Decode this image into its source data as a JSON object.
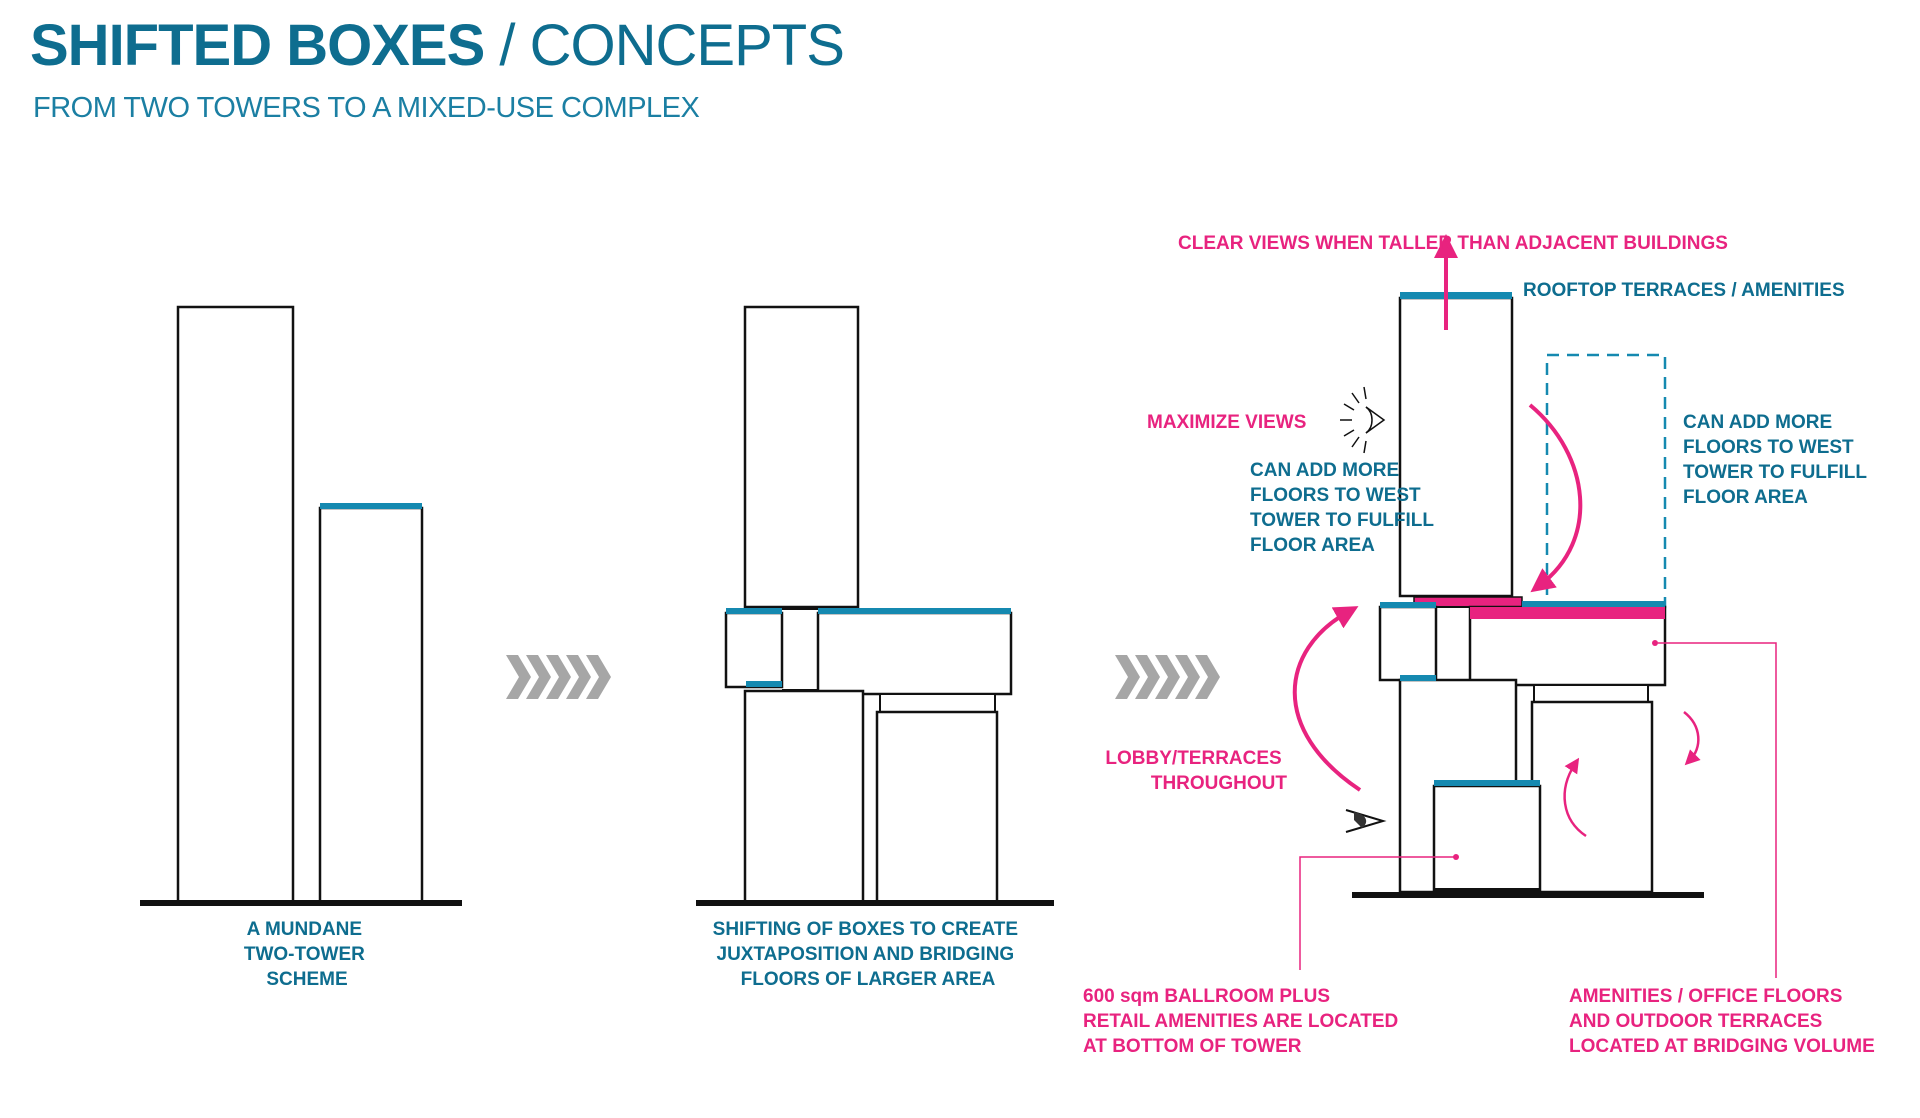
{
  "header": {
    "title_bold": "SHIFTED BOXES",
    "title_light": "/ CONCEPTS",
    "subtitle": "FROM TWO TOWERS TO A MIXED-USE COMPLEX"
  },
  "colors": {
    "accent_blue": "#1589b0",
    "text_blue": "#0e6d8f",
    "accent_pink": "#e8237f",
    "chevron_gray": "#a6a6a6"
  },
  "stage1": {
    "caption": [
      "A MUNDANE",
      "TWO-TOWER",
      "SCHEME"
    ]
  },
  "stage2": {
    "caption": [
      "SHIFTING OF BOXES TO CREATE",
      "JUXTAPOSITION AND BRIDGING",
      "FLOORS OF LARGER AREA"
    ]
  },
  "stage3": {
    "clear_views": "CLEAR VIEWS WHEN TALLER THAN ADJACENT BUILDINGS",
    "rooftop": "ROOFTOP TERRACES / AMENITIES",
    "maximize_views": "MAXIMIZE VIEWS",
    "add_floors_left": [
      "CAN ADD MORE",
      "FLOORS TO WEST",
      "TOWER TO FULFILL",
      "FLOOR AREA"
    ],
    "add_floors_right": [
      "CAN ADD MORE",
      "FLOORS TO WEST",
      "TOWER TO FULFILL",
      "FLOOR AREA"
    ],
    "lobby": [
      "LOBBY/TERRACES",
      "THROUGHOUT"
    ],
    "ballroom": [
      "600 sqm BALLROOM PLUS",
      "RETAIL AMENITIES ARE LOCATED",
      "AT BOTTOM OF TOWER"
    ],
    "amenities": [
      "AMENITIES / OFFICE FLOORS",
      "AND OUTDOOR TERRACES",
      "LOCATED AT BRIDGING VOLUME"
    ]
  }
}
